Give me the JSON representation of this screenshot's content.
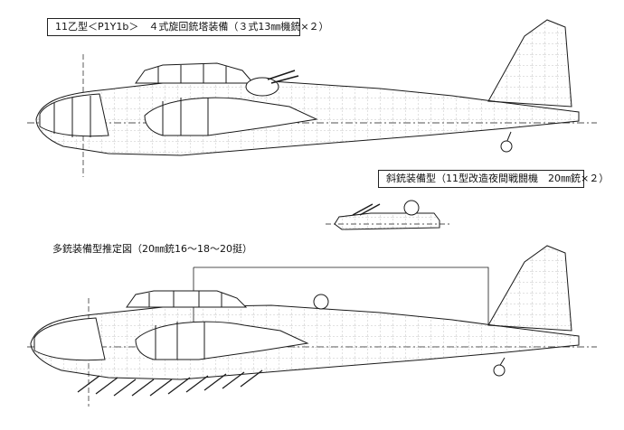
{
  "labels": {
    "top": "11乙型＜P1Y1b＞　４式旋回銃塔装備（３式13㎜機銃×２）",
    "middle": "斜銃装備型（11型改造夜間戦闘機　20㎜銃×２）",
    "bottom": "多銃装備型推定図（20㎜銃16～18～20挺）"
  },
  "colors": {
    "line": "#1a1a1a",
    "panel": "#777777",
    "background": "#ffffff"
  }
}
